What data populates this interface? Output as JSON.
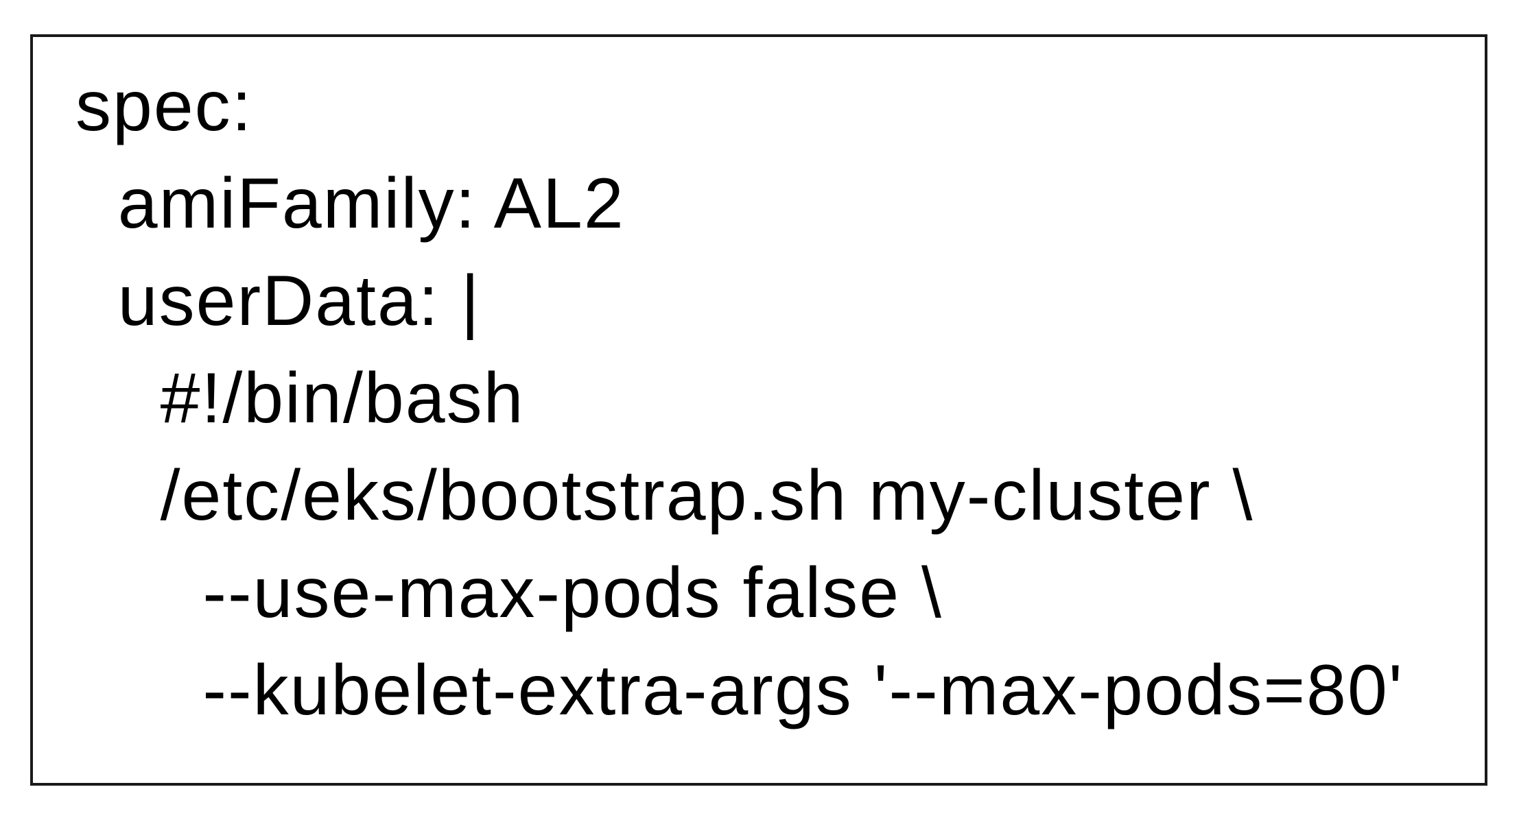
{
  "code_snippet": {
    "lines": [
      "spec:",
      "  amiFamily: AL2",
      "  userData: |",
      "    #!/bin/bash",
      "    /etc/eks/bootstrap.sh my-cluster \\",
      "      --use-max-pods false \\",
      "      --kubelet-extra-args '--max-pods=80'"
    ]
  },
  "colors": {
    "text": "#000000",
    "border": "#1a1a1a",
    "background": "#ffffff"
  }
}
